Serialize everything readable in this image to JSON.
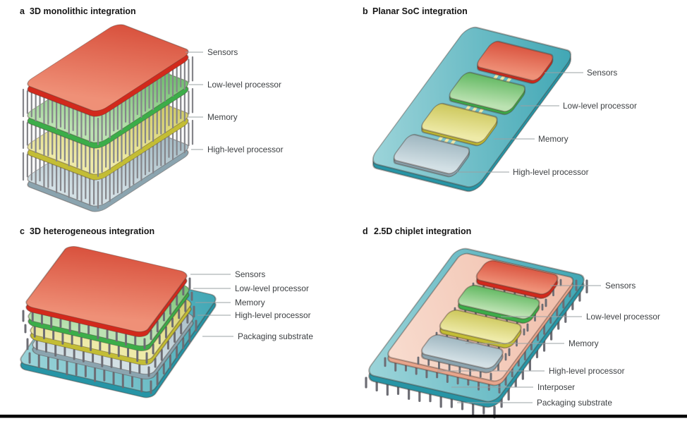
{
  "figure": {
    "panels": [
      {
        "letter": "a",
        "title": "3D monolithic integration",
        "labels": [
          "Sensors",
          "Low-level processor",
          "Memory",
          "High-level processor"
        ]
      },
      {
        "letter": "b",
        "title": "Planar SoC integration",
        "labels": [
          "Sensors",
          "Low-level processor",
          "Memory",
          "High-level processor"
        ]
      },
      {
        "letter": "c",
        "title": "3D heterogeneous integration",
        "labels": [
          "Sensors",
          "Low-level processor",
          "Memory",
          "High-level processor",
          "Packaging substrate"
        ]
      },
      {
        "letter": "d",
        "title": "2.5D chiplet integration",
        "labels": [
          "Sensors",
          "Low-level processor",
          "Memory",
          "High-level processor",
          "Interposer",
          "Packaging substrate"
        ]
      }
    ],
    "colors": {
      "sensors_red": "#d9503b",
      "low_level_processor_green": "#55b356",
      "memory_yellow": "#d6d168",
      "high_level_processor_gray": "#a5bcc6",
      "substrate_teal": "#4aa9b6",
      "interposer_pink": "#f2c5b2",
      "pin_gray": "#85858a"
    }
  }
}
